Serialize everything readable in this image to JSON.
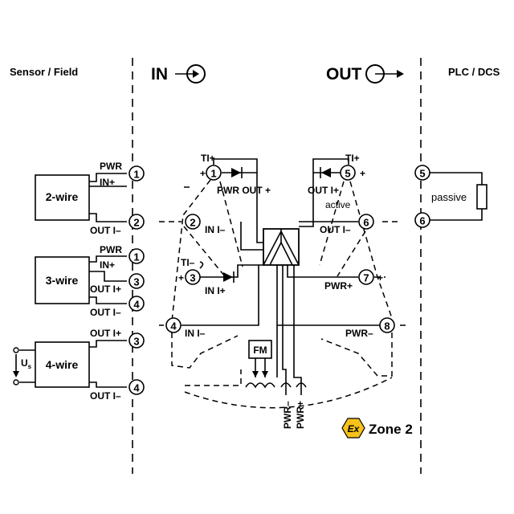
{
  "zones": {
    "sensor_field": "Sensor / Field",
    "in": "IN",
    "out": "OUT",
    "plc_dcs": "PLC / DCS"
  },
  "field": {
    "two_wire": {
      "title": "2-wire",
      "pwr": "PWR",
      "in_plus": "IN+",
      "out_minus": "OUT I–",
      "t1": "1",
      "t2": "2"
    },
    "three_wire": {
      "title": "3-wire",
      "pwr": "PWR",
      "in_plus": "IN+",
      "out_plus": "OUT I+",
      "out_minus": "OUT I–",
      "t1": "1",
      "t3": "3",
      "t4": "4"
    },
    "four_wire": {
      "title": "4-wire",
      "us_main": "U",
      "us_sub": "s",
      "out_plus": "OUT I+",
      "out_minus": "OUT I–",
      "t3": "3",
      "t4": "4"
    }
  },
  "module": {
    "ti_plus_left": "TI+",
    "ti_plus_right": "TI+",
    "ti_minus": "TI–",
    "pwr_out_plus": "PWR OUT +",
    "in_minus_2": "IN I–",
    "in_plus": "IN I+",
    "in_minus_4": "IN I–",
    "out_plus": "OUT I+",
    "active": "active",
    "out_minus": "OUT I–",
    "pwr_plus": "PWR+",
    "pwr_minus": "PWR–",
    "fm": "FM",
    "bus_pwr_minus": "PWR–",
    "bus_pwr_plus": "PWR+",
    "plus": "+",
    "terminals": [
      "1",
      "2",
      "3",
      "4",
      "5",
      "6",
      "7",
      "8"
    ]
  },
  "plc": {
    "passive": "passive",
    "t5": "5",
    "t6": "6"
  },
  "badge": {
    "ex": "Ex",
    "zone": "Zone 2",
    "color": "#f7c21a"
  }
}
